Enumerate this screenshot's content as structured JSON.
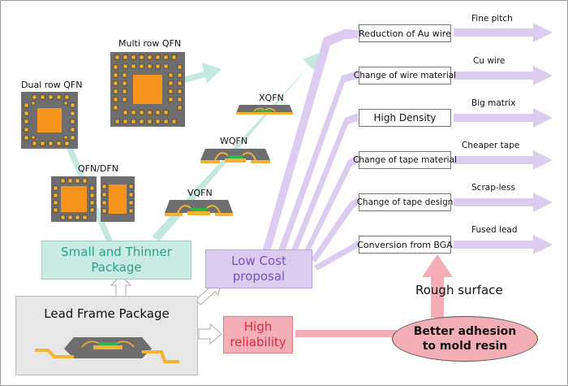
{
  "packages": {
    "dual_row": "Dual row QFN",
    "multi_row": "Multi row QFN",
    "qfn_dfn": "QFN/DFN",
    "xqfn": "XQFN",
    "wqfn": "WQFN",
    "vqfn": "VQFN"
  },
  "boxes": {
    "small_thinner": "Small and Thinner\nPackage",
    "low_cost": "Low Cost\nproposal",
    "lead_frame": "Lead Frame Package",
    "high_reliability": "High\nreliability",
    "better_adhesion": "Better adhesion\nto mold resin"
  },
  "rough_surface": "Rough surface",
  "targets": [
    {
      "label": "Reduction of Au wire",
      "result": "Fine pitch"
    },
    {
      "label": "Change of wire material",
      "result": "Cu wire"
    },
    {
      "label": "High Density",
      "result": "Big matrix"
    },
    {
      "label": "Change of tape material",
      "result": "Cheaper tape"
    },
    {
      "label": "Change of tape design",
      "result": "Scrap-less"
    },
    {
      "label": "Conversion from BGA",
      "result": "Fused lead"
    }
  ],
  "colors": {
    "teal": "#bfe6dc",
    "lavender": "#d8c9ef",
    "pink": "#f3aeb6",
    "gray_box": "#e8e8e8",
    "chip_orange": "#f7941d",
    "pad_yellow": "#f2b233",
    "mold_gray": "#777777"
  }
}
